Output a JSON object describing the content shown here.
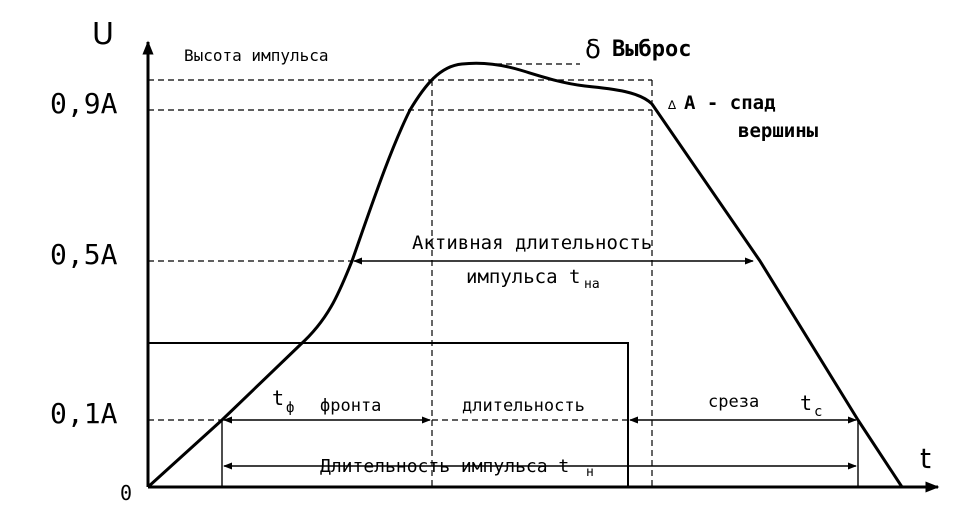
{
  "axes": {
    "y_label": "U",
    "x_label": "t",
    "origin": "0",
    "levels": [
      "0,9A",
      "0,5A",
      "0,1A"
    ]
  },
  "labels": {
    "pulse_height": "Высота импульса",
    "overshoot_symbol": "δ",
    "overshoot": "Выброс",
    "top_droop_symbol": "∆",
    "top_droop_line1": "A - спад",
    "top_droop_line2": "вершины",
    "active_duration_line1": "Активная длительность",
    "active_duration_line2_prefix": "импульса t",
    "active_duration_sub": "на",
    "front_t": "t",
    "front_sub": "ф",
    "front_word": "фронта",
    "duration_word": "длительность",
    "fall_word": "среза",
    "fall_t": "t",
    "fall_sub": "с",
    "pulse_duration_prefix": "Длительность импульса t",
    "pulse_duration_sub": "н"
  }
}
